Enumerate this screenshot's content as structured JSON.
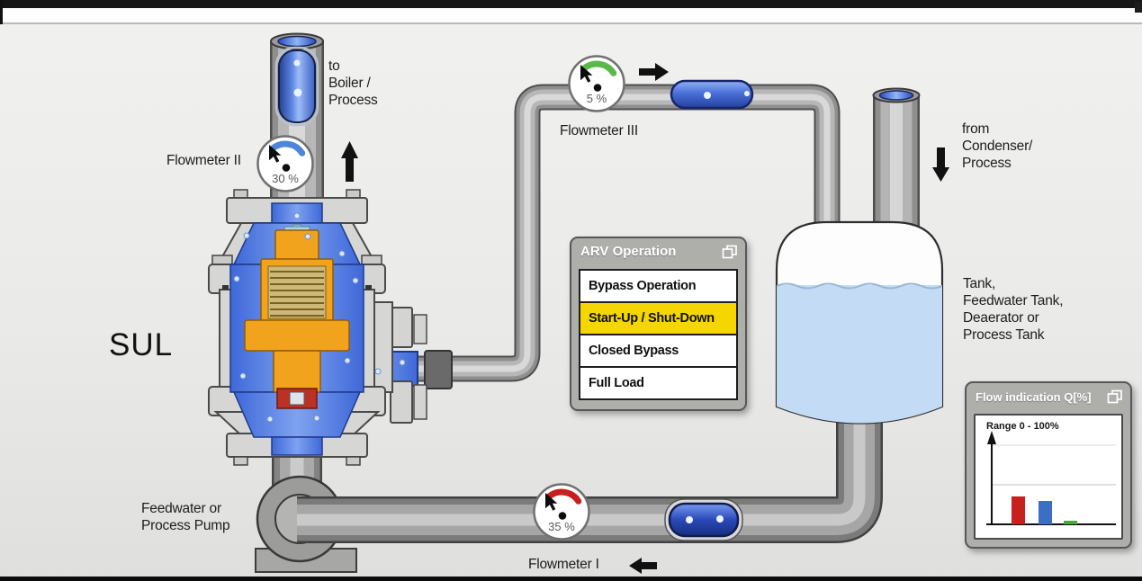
{
  "labels": {
    "sul": "SUL",
    "to_boiler": [
      "to",
      "Boiler /",
      "Process"
    ],
    "from_condenser": [
      "from",
      "Condenser/",
      "Process"
    ],
    "tank": [
      "Tank,",
      "Feedwater Tank,",
      "Deaerator or",
      "Process Tank"
    ],
    "pump": [
      "Feedwater or",
      "Process Pump"
    ],
    "flowmeter_1": "Flowmeter I",
    "flowmeter_2": "Flowmeter II",
    "flowmeter_3": "Flowmeter III"
  },
  "gauges": {
    "flowmeter_1": {
      "value": "35 %",
      "arc_color": "#c8201c"
    },
    "flowmeter_2": {
      "value": "30 %",
      "arc_color": "#4d86d8"
    },
    "flowmeter_3": {
      "value": "5 %",
      "arc_color": "#5cb84a"
    }
  },
  "arv_panel": {
    "title": "ARV Operation",
    "items": [
      {
        "label": "Bypass Operation",
        "selected": false
      },
      {
        "label": "Start-Up / Shut-Down",
        "selected": true
      },
      {
        "label": "Closed Bypass",
        "selected": false
      },
      {
        "label": "Full Load",
        "selected": false
      }
    ],
    "highlight_color": "#f6d600"
  },
  "flow_panel": {
    "title": "Flow indication Q[%]",
    "range_label": "Range 0 - 100%"
  },
  "chart_data": {
    "type": "bar",
    "title": "Flow indication Q[%]",
    "categories": [
      "Flowmeter I",
      "Flowmeter II",
      "Flowmeter III"
    ],
    "values": [
      35,
      30,
      5
    ],
    "colors": [
      "#c8201c",
      "#3a6fc4",
      "#4aa83c"
    ],
    "xlabel": "",
    "ylabel": "Q [%]",
    "ylim": [
      0,
      100
    ],
    "gridlines": [
      50,
      100
    ],
    "annotation": "Range 0 - 100%",
    "legend": false
  }
}
